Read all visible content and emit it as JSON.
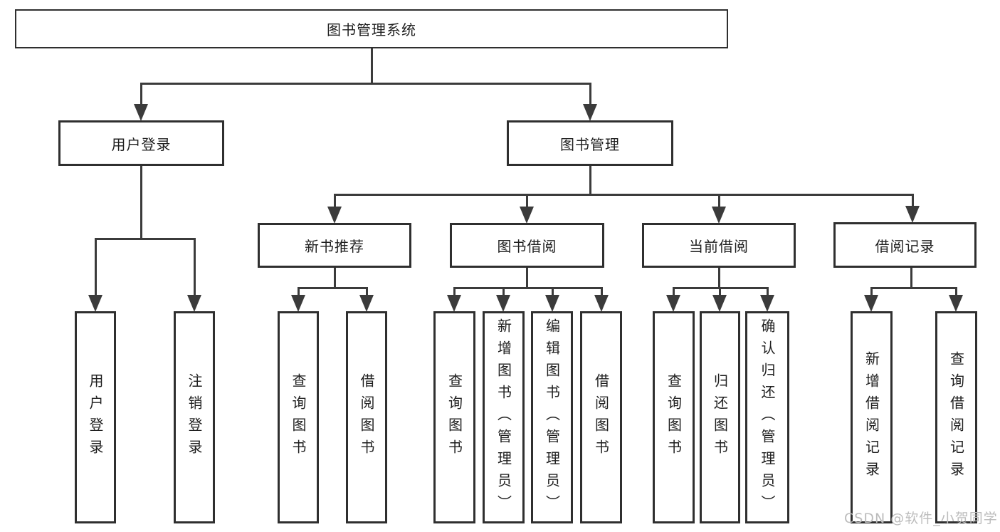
{
  "diagram": {
    "title": "图书管理系统",
    "watermark": "CSDN @软件_小贺同学",
    "colors": {
      "line": "#3b3b3b",
      "border": "#2f2f2f",
      "text": "#1f1f1f",
      "watermark": "#bcbcbc",
      "background": "#ffffff"
    },
    "level1": {
      "user_login": {
        "label": "用户登录",
        "children": [
          "用户登录",
          "注销登录"
        ]
      },
      "book_mgmt": {
        "label": "图书管理",
        "groups": [
          {
            "label": "新书推荐",
            "children": [
              "查询图书",
              "借阅图书"
            ]
          },
          {
            "label": "图书借阅",
            "children": [
              "查询图书",
              "新增图书（管理员）",
              "编辑图书（管理员）",
              "借阅图书"
            ]
          },
          {
            "label": "当前借阅",
            "children": [
              "查询图书",
              "归还图书",
              "确认归还（管理员）"
            ]
          },
          {
            "label": "借阅记录",
            "children": [
              "新增借阅记录",
              "查询借阅记录"
            ]
          }
        ]
      }
    }
  }
}
